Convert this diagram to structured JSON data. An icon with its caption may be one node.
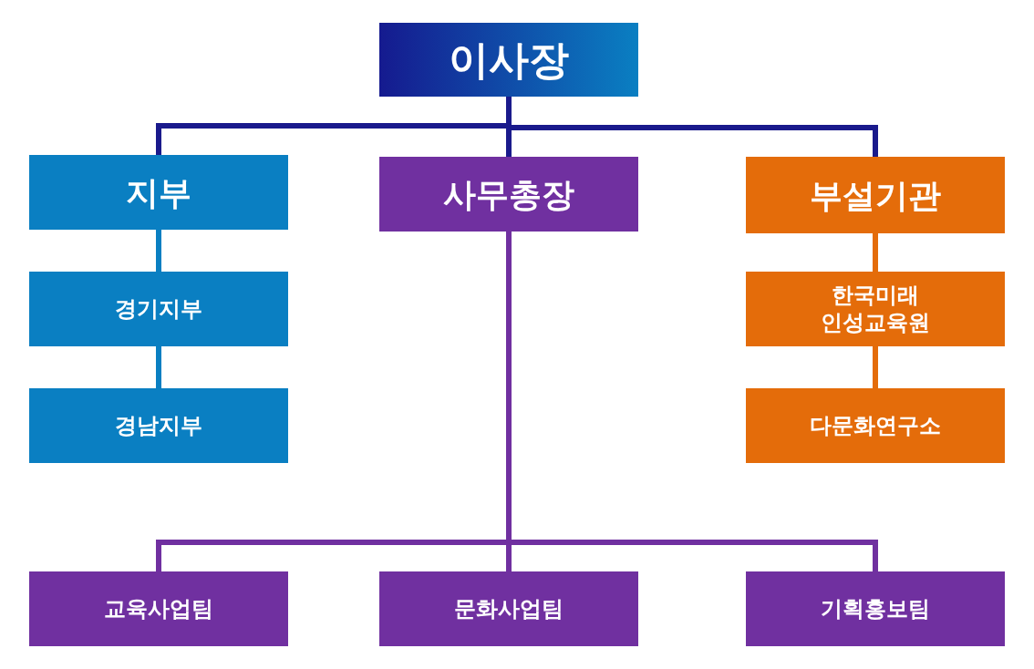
{
  "diagram": {
    "nodes": [
      {
        "text": [
          "이사장"
        ]
      },
      {
        "text": [
          "지부"
        ]
      },
      {
        "text": [
          "사무총장"
        ]
      },
      {
        "text": [
          "부설기관"
        ]
      },
      {
        "text": [
          "경기지부"
        ]
      },
      {
        "text": [
          "경남지부"
        ]
      },
      {
        "text": [
          "한국미래 인성교육원"
        ]
      },
      {
        "text": [
          "다문화연구소"
        ]
      },
      {
        "text": [
          "교육사업팀"
        ]
      },
      {
        "text": [
          "문화사업팀"
        ]
      },
      {
        "text": [
          "기획홍보팀"
        ]
      }
    ],
    "edges": [
      {
        "from": 0,
        "to": 1,
        "arrow": "none",
        "color": "#1a1a8c"
      },
      {
        "from": 0,
        "to": 2,
        "arrow": "none",
        "color": "#1a1a8c"
      },
      {
        "from": 0,
        "to": 3,
        "arrow": "none",
        "color": "#1a1a8c"
      },
      {
        "from": 1,
        "to": 4,
        "arrow": "none",
        "color": "#0a7fc2"
      },
      {
        "from": 4,
        "to": 5,
        "arrow": "none",
        "color": "#0a7fc2"
      },
      {
        "from": 3,
        "to": 6,
        "arrow": "none",
        "color": "#e46c0a"
      },
      {
        "from": 6,
        "to": 7,
        "arrow": "none",
        "color": "#e46c0a"
      },
      {
        "from": 2,
        "to": 8,
        "arrow": "none",
        "color": "#7030a0"
      },
      {
        "from": 2,
        "to": 9,
        "arrow": "none",
        "color": "#7030a0"
      },
      {
        "from": 2,
        "to": 10,
        "arrow": "none",
        "color": "#7030a0"
      }
    ]
  }
}
